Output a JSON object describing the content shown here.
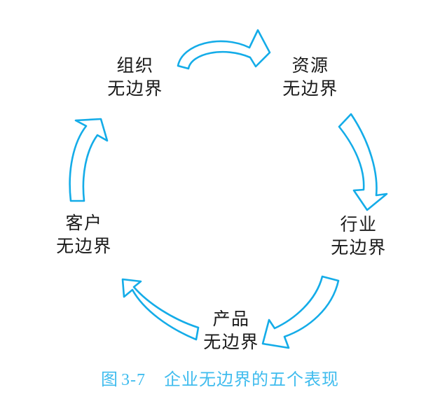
{
  "figure": {
    "caption_label": "图",
    "caption_number": "3-7",
    "caption_title": "企业无边界的五个表现",
    "caption_full": "图 3-7　企业无边界的五个表现",
    "caption_color": "#3fbcee",
    "arrow_color": "#14ace8",
    "text_color": "#1a1a1a",
    "background": "#ffffff",
    "layout": "pentagonal-cycle"
  },
  "diagram": {
    "type": "cycle",
    "direction": "clockwise",
    "node_count": 5,
    "arrow_count": 5,
    "nodes": [
      {
        "id": "organization",
        "line1": "组织",
        "line2": "无边界",
        "position": "top-left"
      },
      {
        "id": "resource",
        "line1": "资源",
        "line2": "无边界",
        "position": "top-right"
      },
      {
        "id": "industry",
        "line1": "行业",
        "line2": "无边界",
        "position": "right"
      },
      {
        "id": "product",
        "line1": "产品",
        "line2": "无边界",
        "position": "bottom"
      },
      {
        "id": "customer",
        "line1": "客户",
        "line2": "无边界",
        "position": "left"
      }
    ],
    "arrows": [
      {
        "id": "arrow-organization-to-resource",
        "from": "organization",
        "to": "resource",
        "points": "right"
      },
      {
        "id": "arrow-resource-to-industry",
        "from": "resource",
        "to": "industry",
        "points": "down"
      },
      {
        "id": "arrow-industry-to-product",
        "from": "industry",
        "to": "product",
        "points": "down-left"
      },
      {
        "id": "arrow-product-to-customer",
        "from": "product",
        "to": "customer",
        "points": "up-left"
      },
      {
        "id": "arrow-customer-to-organization",
        "from": "customer",
        "to": "organization",
        "points": "up"
      }
    ]
  }
}
